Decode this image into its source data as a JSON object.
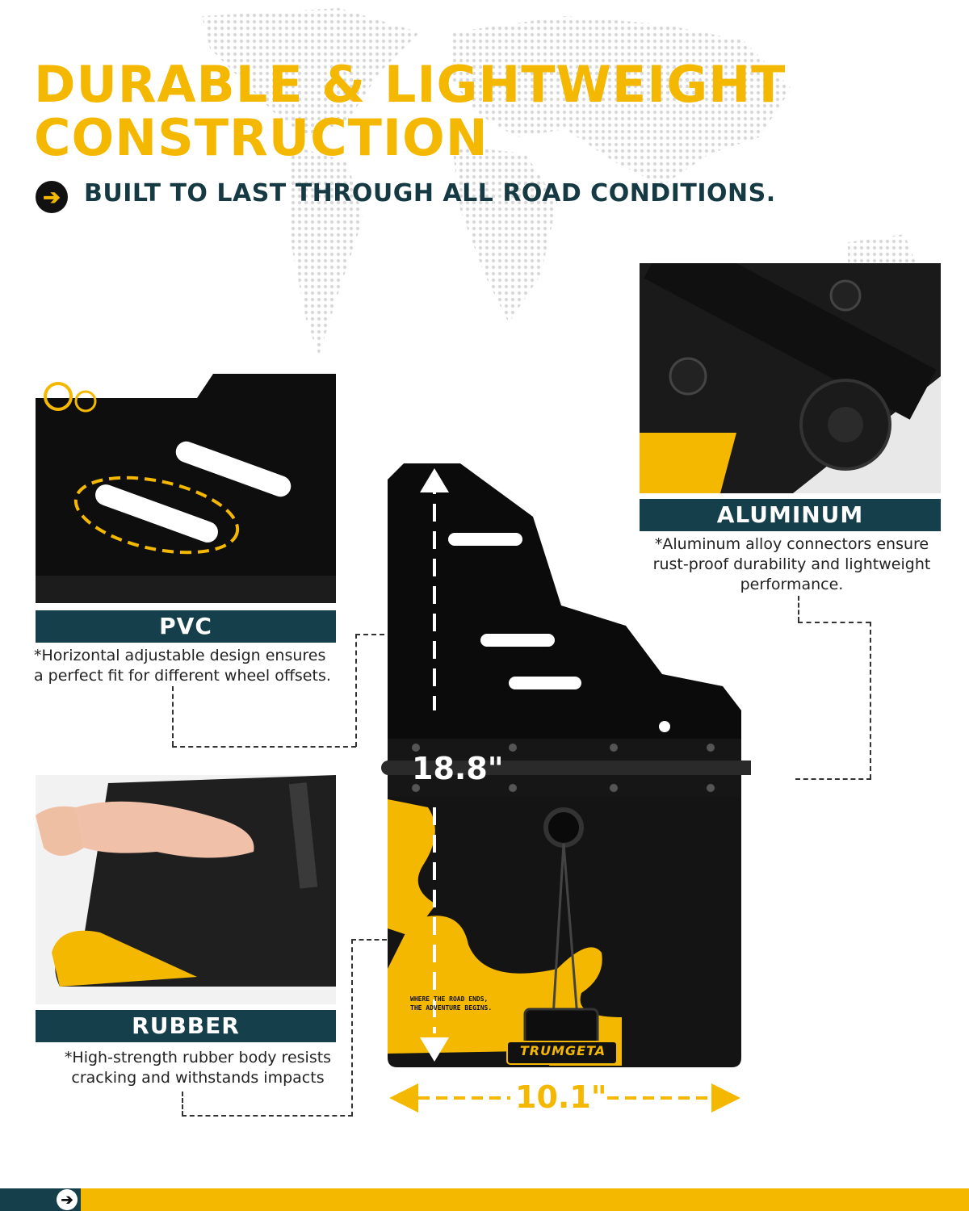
{
  "header": {
    "title_line1": "DURABLE & LIGHTWEIGHT",
    "title_line2": "CONSTRUCTION",
    "subtitle": "BUILT TO LAST THROUGH ALL ROAD CONDITIONS."
  },
  "panels": {
    "pvc": {
      "label": "PVC",
      "caption_line1": "*Horizontal adjustable design ensures",
      "caption_line2": "a perfect fit for different wheel offsets."
    },
    "rubber": {
      "label": "RUBBER",
      "caption_line1": "*High-strength rubber body resists",
      "caption_line2": "cracking and withstands impacts"
    },
    "aluminum": {
      "label": "ALUMINUM",
      "caption_line1": "*Aluminum alloy connectors ensure",
      "caption_line2": "rust-proof durability and lightweight",
      "caption_line3": "performance."
    }
  },
  "product": {
    "height_dim": "18.8\"",
    "width_dim": "10.1\"",
    "slogan_line1": "WHERE THE ROAD ENDS,",
    "slogan_line2": "THE ADVENTURE BEGINS.",
    "brand": "TRUMGETA"
  },
  "colors": {
    "accent": "#f5b800",
    "teal": "#153f4a",
    "dark": "#0d0d0d"
  }
}
